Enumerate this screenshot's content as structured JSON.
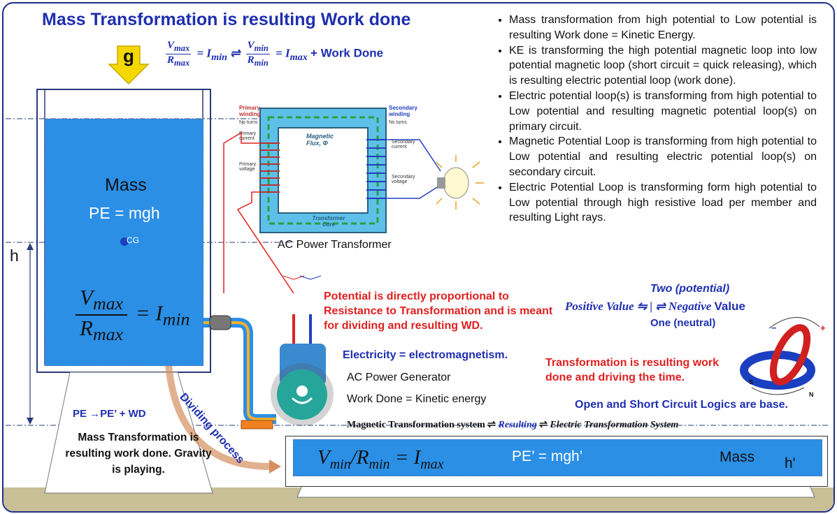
{
  "title": "Mass Transformation is resulting Work done",
  "gravity_label": "g",
  "top_equation": {
    "vmax": "V",
    "vmax_sub": "max",
    "rmax": "R",
    "rmax_sub": "max",
    "eq1": "= I",
    "imin_sub": "min",
    "rev": "⇌",
    "vmin": "V",
    "vmin_sub": "min",
    "rmin": "R",
    "rmin_sub": "min",
    "eq2": "= I",
    "imax_sub": "max",
    "tail": "+ Work Done"
  },
  "bullets": [
    "Mass transformation from high potential to Low potential is resulting Work done = Kinetic Energy.",
    "KE is transforming the high potential magnetic loop into low potential magnetic loop (short circuit = quick releasing), which is resulting electric potential loop (work done).",
    "Electric potential loop(s) is transforming from  high potential to Low potential and resulting magnetic potential loop(s) on primary circuit.",
    "Magnetic Potential Loop is transforming  from high potential to Low potential and resulting electric potential loop(s) on secondary circuit.",
    "Electric Potential Loop is transforming form high potential to Low potential through high resistive load per member and resulting Light rays."
  ],
  "tank": {
    "mass_label": "Mass",
    "pe_label": "PE = mgh",
    "cg_label": "CG",
    "height_label": "h",
    "eq_num": "V",
    "eq_num_sub": "max",
    "eq_den": "R",
    "eq_den_sub": "max",
    "eq_rhs": "= I",
    "eq_rhs_sub": "min"
  },
  "transformer": {
    "caption": "AC Power Transformer",
    "primary_winding": "Primary winding",
    "primary_turns": "Np turns",
    "primary_current": "Primary current",
    "primary_voltage": "Primary voltage",
    "secondary_winding": "Secondary winding",
    "secondary_turns": "Ns turns",
    "secondary_current": "Secondary current",
    "secondary_voltage": "Secondary voltage",
    "flux": "Magnetic Flux, Φ",
    "core": "Transformer Core"
  },
  "notes": {
    "potential": "Potential is directly proportional  to Resistance to Transformation and is meant for dividing  and resulting WD.",
    "electricity": "Electricity = electromagnetism.",
    "generator": "AC Power Generator",
    "work_done": "Work Done = Kinetic energy",
    "transformation": "Transformation is resulting work done and driving the time.",
    "two_potential": "Two (potential)",
    "pos_value": "Positive Value ⇋ | ⇌ Negative",
    "value_word": "Value",
    "one_neutral": "One (neutral)",
    "open_short": "Open and Short Circuit Logics are base.",
    "mag_system_a": "Magnetic Transformation system ⇌ ",
    "mag_system_b": "Resulting",
    "mag_system_c": " ⇌ ",
    "mag_system_d": "Electric Transformation System",
    "pe_wd": "PE →PE’ + WD",
    "mass_note": "Mass Transformation is resulting work done. Gravity is playing.",
    "dividing": "Dividing process"
  },
  "lower_tank": {
    "eq": "V",
    "eq_sub1": "min",
    "eq_mid": "/R",
    "eq_sub2": "min",
    "eq_rhs": " = I",
    "eq_sub3": "max",
    "pe": "PE’ = mgh’",
    "mass": "Mass",
    "hprime": "h'"
  },
  "magnet_labels": {
    "s": "S",
    "n": "N",
    "minus": "−",
    "plus": "+"
  },
  "colors": {
    "title_blue": "#1f2fb0",
    "water": "#2b8fe6",
    "red_note": "#e02020",
    "ground": "#c8bf96",
    "arrow_yellow": "#f5d800"
  }
}
